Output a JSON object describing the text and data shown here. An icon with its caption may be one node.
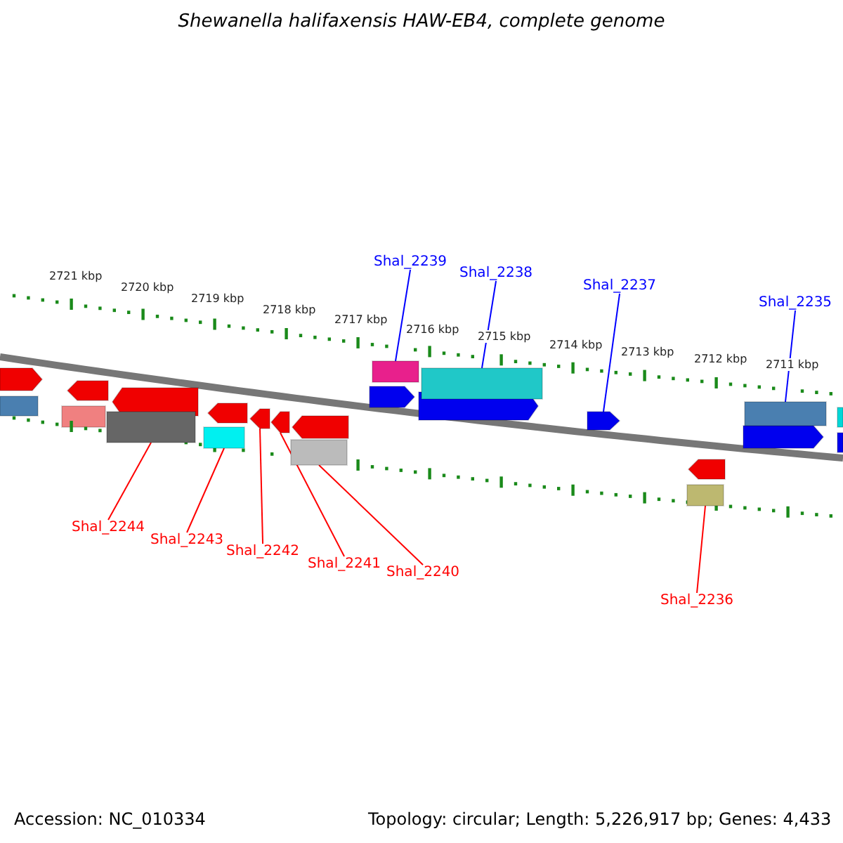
{
  "diagram": {
    "title": "Shewanella halifaxensis HAW-EB4, complete genome",
    "nodes": [
      {
        "text": [
          "Shal_2239"
        ]
      },
      {
        "text": [
          "Shal_2238"
        ]
      },
      {
        "text": [
          "Shal_2237"
        ]
      },
      {
        "text": [
          "Shal_2235"
        ]
      },
      {
        "text": [
          "Shal_2244"
        ]
      },
      {
        "text": [
          "Shal_2243"
        ]
      },
      {
        "text": [
          "Shal_2242"
        ]
      },
      {
        "text": [
          "Shal_2241"
        ]
      },
      {
        "text": [
          "Shal_2240"
        ]
      },
      {
        "text": [
          "Shal_2236"
        ]
      },
      {
        "text": [],
        "shape": "bar"
      },
      {
        "text": [],
        "shape": "bar"
      },
      {
        "text": [],
        "shape": "bar"
      },
      {
        "text": [],
        "shape": "bar"
      },
      {
        "text": [],
        "shape": "bar"
      },
      {
        "text": [],
        "shape": "bar"
      },
      {
        "text": [],
        "shape": "bar"
      },
      {
        "text": [],
        "shape": "bar"
      },
      {
        "text": [],
        "shape": "bar"
      },
      {
        "text": [],
        "shape": "bar"
      }
    ],
    "edges": [
      {
        "from": 0,
        "to": 10,
        "arrow": "none",
        "color": "#0000ff"
      },
      {
        "from": 1,
        "to": 11,
        "arrow": "none",
        "color": "#0000ff"
      },
      {
        "from": 2,
        "to": 12,
        "arrow": "none",
        "color": "#0000ff"
      },
      {
        "from": 3,
        "to": 13,
        "arrow": "none",
        "color": "#0000ff"
      },
      {
        "from": 4,
        "to": 14,
        "arrow": "none"
      },
      {
        "from": 5,
        "to": 15,
        "arrow": "none"
      },
      {
        "from": 6,
        "to": 16,
        "arrow": "none"
      },
      {
        "from": 7,
        "to": 17,
        "arrow": "none"
      },
      {
        "from": 8,
        "to": 18,
        "arrow": "none"
      },
      {
        "from": 9,
        "to": 19,
        "arrow": "none"
      }
    ],
    "labels": [
      "2721 kbp",
      "2720 kbp",
      "2719 kbp",
      "2718 kbp",
      "2717 kbp",
      "2716 kbp",
      "2715 kbp",
      "2714 kbp",
      "2713 kbp",
      "2712 kbp",
      "2711 kbp",
      "Accession: NC_010334",
      "Topology: circular; Length: 5,226,917 bp; Genes: 4,433"
    ]
  }
}
